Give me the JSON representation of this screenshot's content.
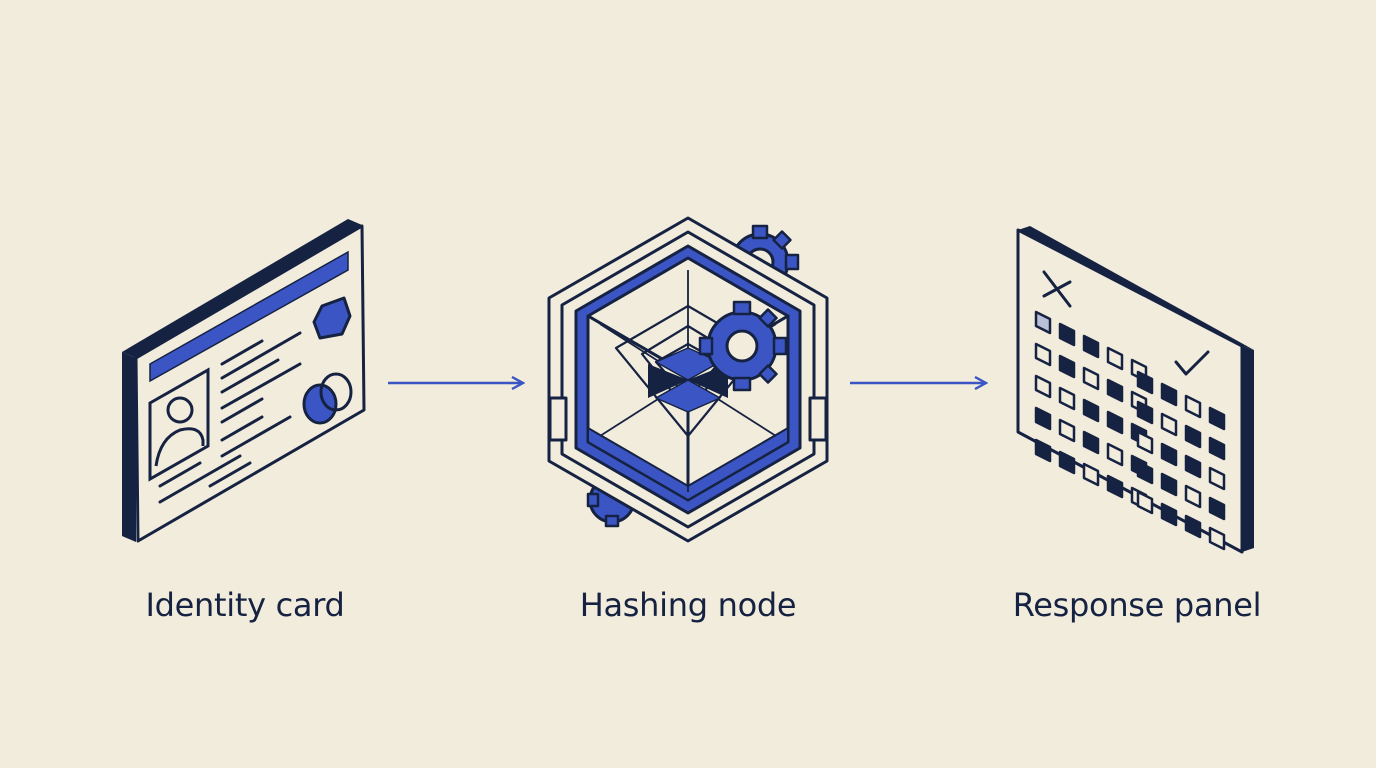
{
  "diagram": {
    "nodes": [
      {
        "id": "identity",
        "label": "Identity card",
        "icon": "id-card-icon"
      },
      {
        "id": "hashing",
        "label": "Hashing node",
        "icon": "hash-cube-icon"
      },
      {
        "id": "response",
        "label": "Response panel",
        "icon": "grid-panel-icon"
      }
    ],
    "edges": [
      {
        "from": "identity",
        "to": "hashing"
      },
      {
        "from": "hashing",
        "to": "response"
      }
    ]
  },
  "colors": {
    "background": "#f2ecdd",
    "ink": "#162241",
    "accent": "#3b56c4",
    "paper": "#f2ecdd"
  }
}
